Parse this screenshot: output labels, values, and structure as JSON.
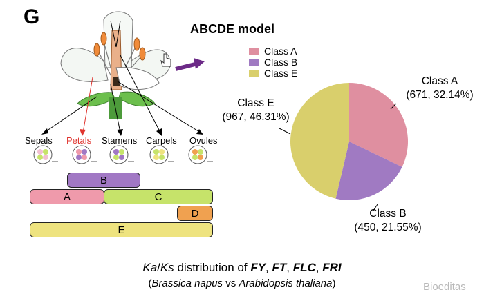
{
  "panel_letter": "G",
  "model_title": "ABCDE model",
  "organs": [
    "Sepals",
    "Petals",
    "Stamens",
    "Carpels",
    "Ovules"
  ],
  "whorl_bars": [
    {
      "label": "B",
      "color": "#a178c4"
    },
    {
      "label": "A",
      "color": "#ef9aab"
    },
    {
      "label": "C",
      "color": "#c6e36a"
    },
    {
      "label": "D",
      "color": "#f0a150"
    },
    {
      "label": "E",
      "color": "#eee37f"
    }
  ],
  "colors": {
    "petals_red": "#e0342e",
    "arrow_purple": "#6c2a87",
    "stem_green": "#4d9b3b"
  },
  "chart_data": {
    "type": "pie",
    "title": "",
    "legend_position": "top-left",
    "series": [
      {
        "name": "Class A",
        "value": 671,
        "percent": 32.14,
        "color": "#df8fa0",
        "label_line1": "Class A",
        "label_line2": "(671, 32.14%)"
      },
      {
        "name": "Class B",
        "value": 450,
        "percent": 21.55,
        "color": "#a07ac2",
        "label_line1": "Class B",
        "label_line2": "(450, 21.55%)"
      },
      {
        "name": "Class E",
        "value": 967,
        "percent": 46.31,
        "color": "#d9cf6c",
        "label_line1": "Class E",
        "label_line2": "(967, 46.31%)"
      }
    ]
  },
  "caption": {
    "line1_parts": [
      {
        "text": "Ka",
        "style": "italic"
      },
      {
        "text": "/",
        "style": "normal"
      },
      {
        "text": "Ks",
        "style": "italic"
      },
      {
        "text": " distribution of ",
        "style": "normal"
      },
      {
        "text": "FY",
        "style": "bolditalic"
      },
      {
        "text": ", ",
        "style": "normal"
      },
      {
        "text": "FT",
        "style": "bolditalic"
      },
      {
        "text": ", ",
        "style": "normal"
      },
      {
        "text": "FLC",
        "style": "bolditalic"
      },
      {
        "text": ", ",
        "style": "normal"
      },
      {
        "text": "FRI",
        "style": "bolditalic"
      }
    ],
    "line2_parts": [
      {
        "text": "(",
        "style": "normal"
      },
      {
        "text": "Brassica napus",
        "style": "italic"
      },
      {
        "text": " vs ",
        "style": "normal"
      },
      {
        "text": "Arabidopsis thaliana",
        "style": "italic"
      },
      {
        "text": ")",
        "style": "normal"
      }
    ]
  },
  "watermark": "Bioeditas"
}
